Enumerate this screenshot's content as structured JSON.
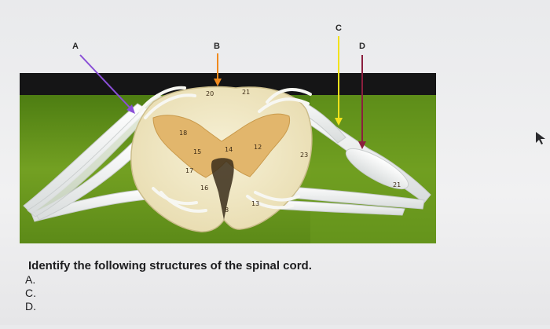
{
  "labels": {
    "a": "A",
    "b": "B",
    "c": "C",
    "d": "D"
  },
  "cord_numbers": [
    "20",
    "21",
    "18",
    "15",
    "14",
    "12",
    "23",
    "17",
    "16",
    "13",
    "8",
    "21"
  ],
  "colors": {
    "arrow_a": "#8a4fd6",
    "arrow_b": "#f08a1e",
    "arrow_c": "#f2e21c",
    "arrow_d": "#8b1f3e",
    "green_board": "#6f9a1f",
    "gray_matter": "#e0b56d",
    "white_matter": "#f3ecd0"
  },
  "question": "Identify the following structures of the spinal cord.",
  "answers": [
    "A.",
    "C.",
    "D."
  ],
  "icons": {
    "cursor": "arrow-cursor-icon"
  }
}
